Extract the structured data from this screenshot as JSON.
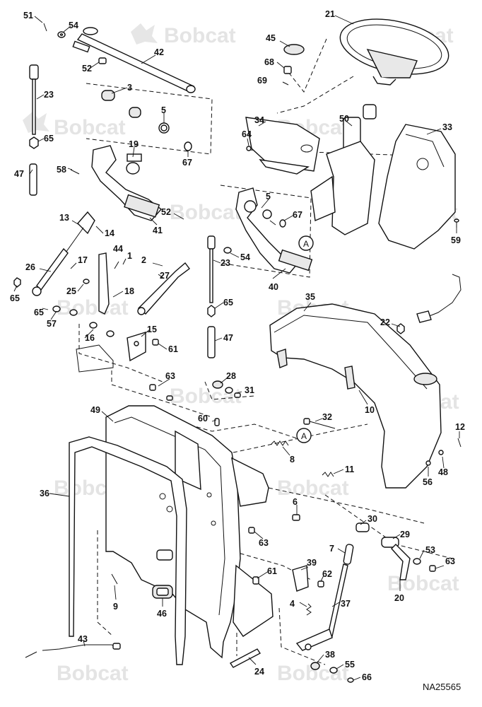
{
  "diagram": {
    "watermark_text": "Bobcat",
    "drawing_code": "NA25565",
    "reference_letter": "A",
    "callouts": [
      "51",
      "54",
      "42",
      "52",
      "23",
      "65",
      "47",
      "3",
      "5",
      "19",
      "67",
      "58",
      "21",
      "45",
      "68",
      "69",
      "50",
      "34",
      "64",
      "33",
      "59",
      "13",
      "14",
      "44",
      "1",
      "26",
      "17",
      "2",
      "25",
      "18",
      "27",
      "41",
      "40",
      "23b",
      "54b",
      "65b",
      "47b",
      "5b",
      "67b",
      "52b",
      "35",
      "22",
      "15",
      "61",
      "16",
      "57",
      "28",
      "31",
      "63",
      "10",
      "32",
      "12",
      "60",
      "49",
      "36",
      "8",
      "11",
      "56",
      "48",
      "6",
      "63b",
      "30",
      "29",
      "53",
      "63c",
      "20",
      "7",
      "39",
      "62",
      "61b",
      "4",
      "37",
      "9",
      "46",
      "43",
      "24",
      "38",
      "55",
      "66",
      "65c",
      "65d"
    ]
  },
  "labels": {
    "n1": "1",
    "n2": "2",
    "n3": "3",
    "n4": "4",
    "n5": "5",
    "n6": "6",
    "n7": "7",
    "n8": "8",
    "n9": "9",
    "n10": "10",
    "n11": "11",
    "n12": "12",
    "n13": "13",
    "n14": "14",
    "n15": "15",
    "n16": "16",
    "n17": "17",
    "n18": "18",
    "n19": "19",
    "n20": "20",
    "n21": "21",
    "n22": "22",
    "n23": "23",
    "n24": "24",
    "n25": "25",
    "n26": "26",
    "n27": "27",
    "n28": "28",
    "n29": "29",
    "n30": "30",
    "n31": "31",
    "n32": "32",
    "n33": "33",
    "n34": "34",
    "n35": "35",
    "n36": "36",
    "n37": "37",
    "n38": "38",
    "n39": "39",
    "n40": "40",
    "n41": "41",
    "n42": "42",
    "n43": "43",
    "n44": "44",
    "n45": "45",
    "n46": "46",
    "n47": "47",
    "n48": "48",
    "n49": "49",
    "n50": "50",
    "n51": "51",
    "n52": "52",
    "n53": "53",
    "n54": "54",
    "n55": "55",
    "n56": "56",
    "n57": "57",
    "n58": "58",
    "n59": "59",
    "n60": "60",
    "n61": "61",
    "n62": "62",
    "n63": "63",
    "n64": "64",
    "n65": "65",
    "n66": "66",
    "n67": "67",
    "n68": "68",
    "n69": "69"
  }
}
